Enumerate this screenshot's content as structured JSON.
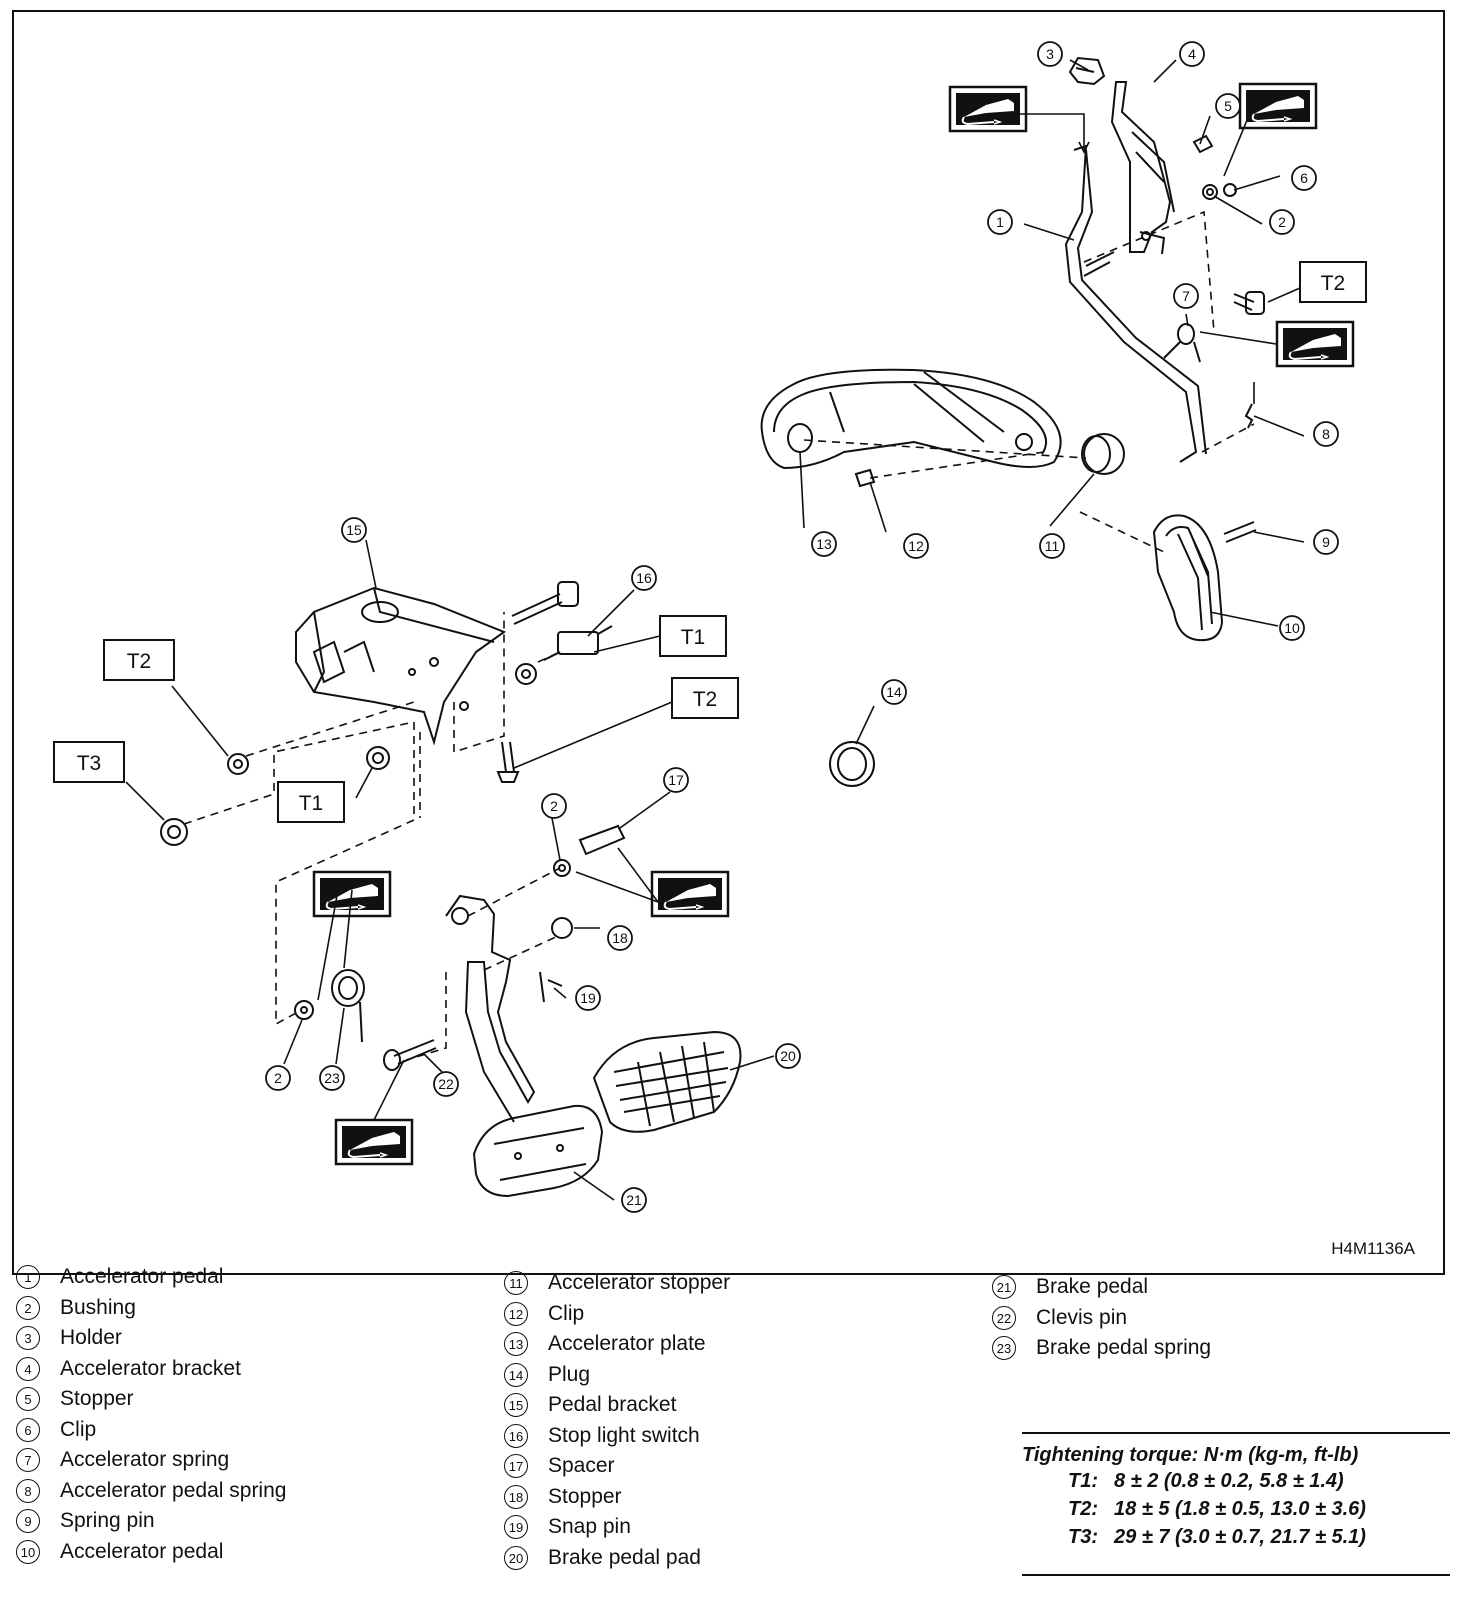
{
  "figure_id": "H4M1136A",
  "torque_boxes": [
    "T1",
    "T2",
    "T3"
  ],
  "callouts": [
    "1",
    "2",
    "3",
    "4",
    "5",
    "6",
    "7",
    "8",
    "9",
    "10",
    "11",
    "12",
    "13",
    "14",
    "15",
    "16",
    "17",
    "18",
    "19",
    "20",
    "21",
    "22",
    "23"
  ],
  "legend": {
    "col1": [
      {
        "num": "1",
        "label": "Accelerator pedal"
      },
      {
        "num": "2",
        "label": "Bushing"
      },
      {
        "num": "3",
        "label": "Holder"
      },
      {
        "num": "4",
        "label": "Accelerator bracket"
      },
      {
        "num": "5",
        "label": "Stopper"
      },
      {
        "num": "6",
        "label": "Clip"
      },
      {
        "num": "7",
        "label": "Accelerator spring"
      },
      {
        "num": "8",
        "label": "Accelerator pedal spring"
      },
      {
        "num": "9",
        "label": "Spring pin"
      },
      {
        "num": "10",
        "label": "Accelerator pedal"
      }
    ],
    "col2": [
      {
        "num": "11",
        "label": "Accelerator stopper"
      },
      {
        "num": "12",
        "label": "Clip"
      },
      {
        "num": "13",
        "label": "Accelerator plate"
      },
      {
        "num": "14",
        "label": "Plug"
      },
      {
        "num": "15",
        "label": "Pedal bracket"
      },
      {
        "num": "16",
        "label": "Stop light switch"
      },
      {
        "num": "17",
        "label": "Spacer"
      },
      {
        "num": "18",
        "label": "Stopper"
      },
      {
        "num": "19",
        "label": "Snap pin"
      },
      {
        "num": "20",
        "label": "Brake pedal pad"
      }
    ],
    "col3": [
      {
        "num": "21",
        "label": "Brake pedal"
      },
      {
        "num": "22",
        "label": "Clevis pin"
      },
      {
        "num": "23",
        "label": "Brake pedal spring"
      }
    ]
  },
  "torque": {
    "title": "Tightening torque: N·m (kg-m, ft-lb)",
    "rows": [
      {
        "label": "T1:",
        "value": "8 ± 2 (0.8 ± 0.2, 5.8 ± 1.4)"
      },
      {
        "label": "T2:",
        "value": "18 ± 5 (1.8 ± 0.5, 13.0 ± 3.6)"
      },
      {
        "label": "T3:",
        "value": "29 ± 7 (3.0 ± 0.7, 21.7 ± 5.1)"
      }
    ]
  },
  "icons": [
    "grease-applicator-icon"
  ]
}
